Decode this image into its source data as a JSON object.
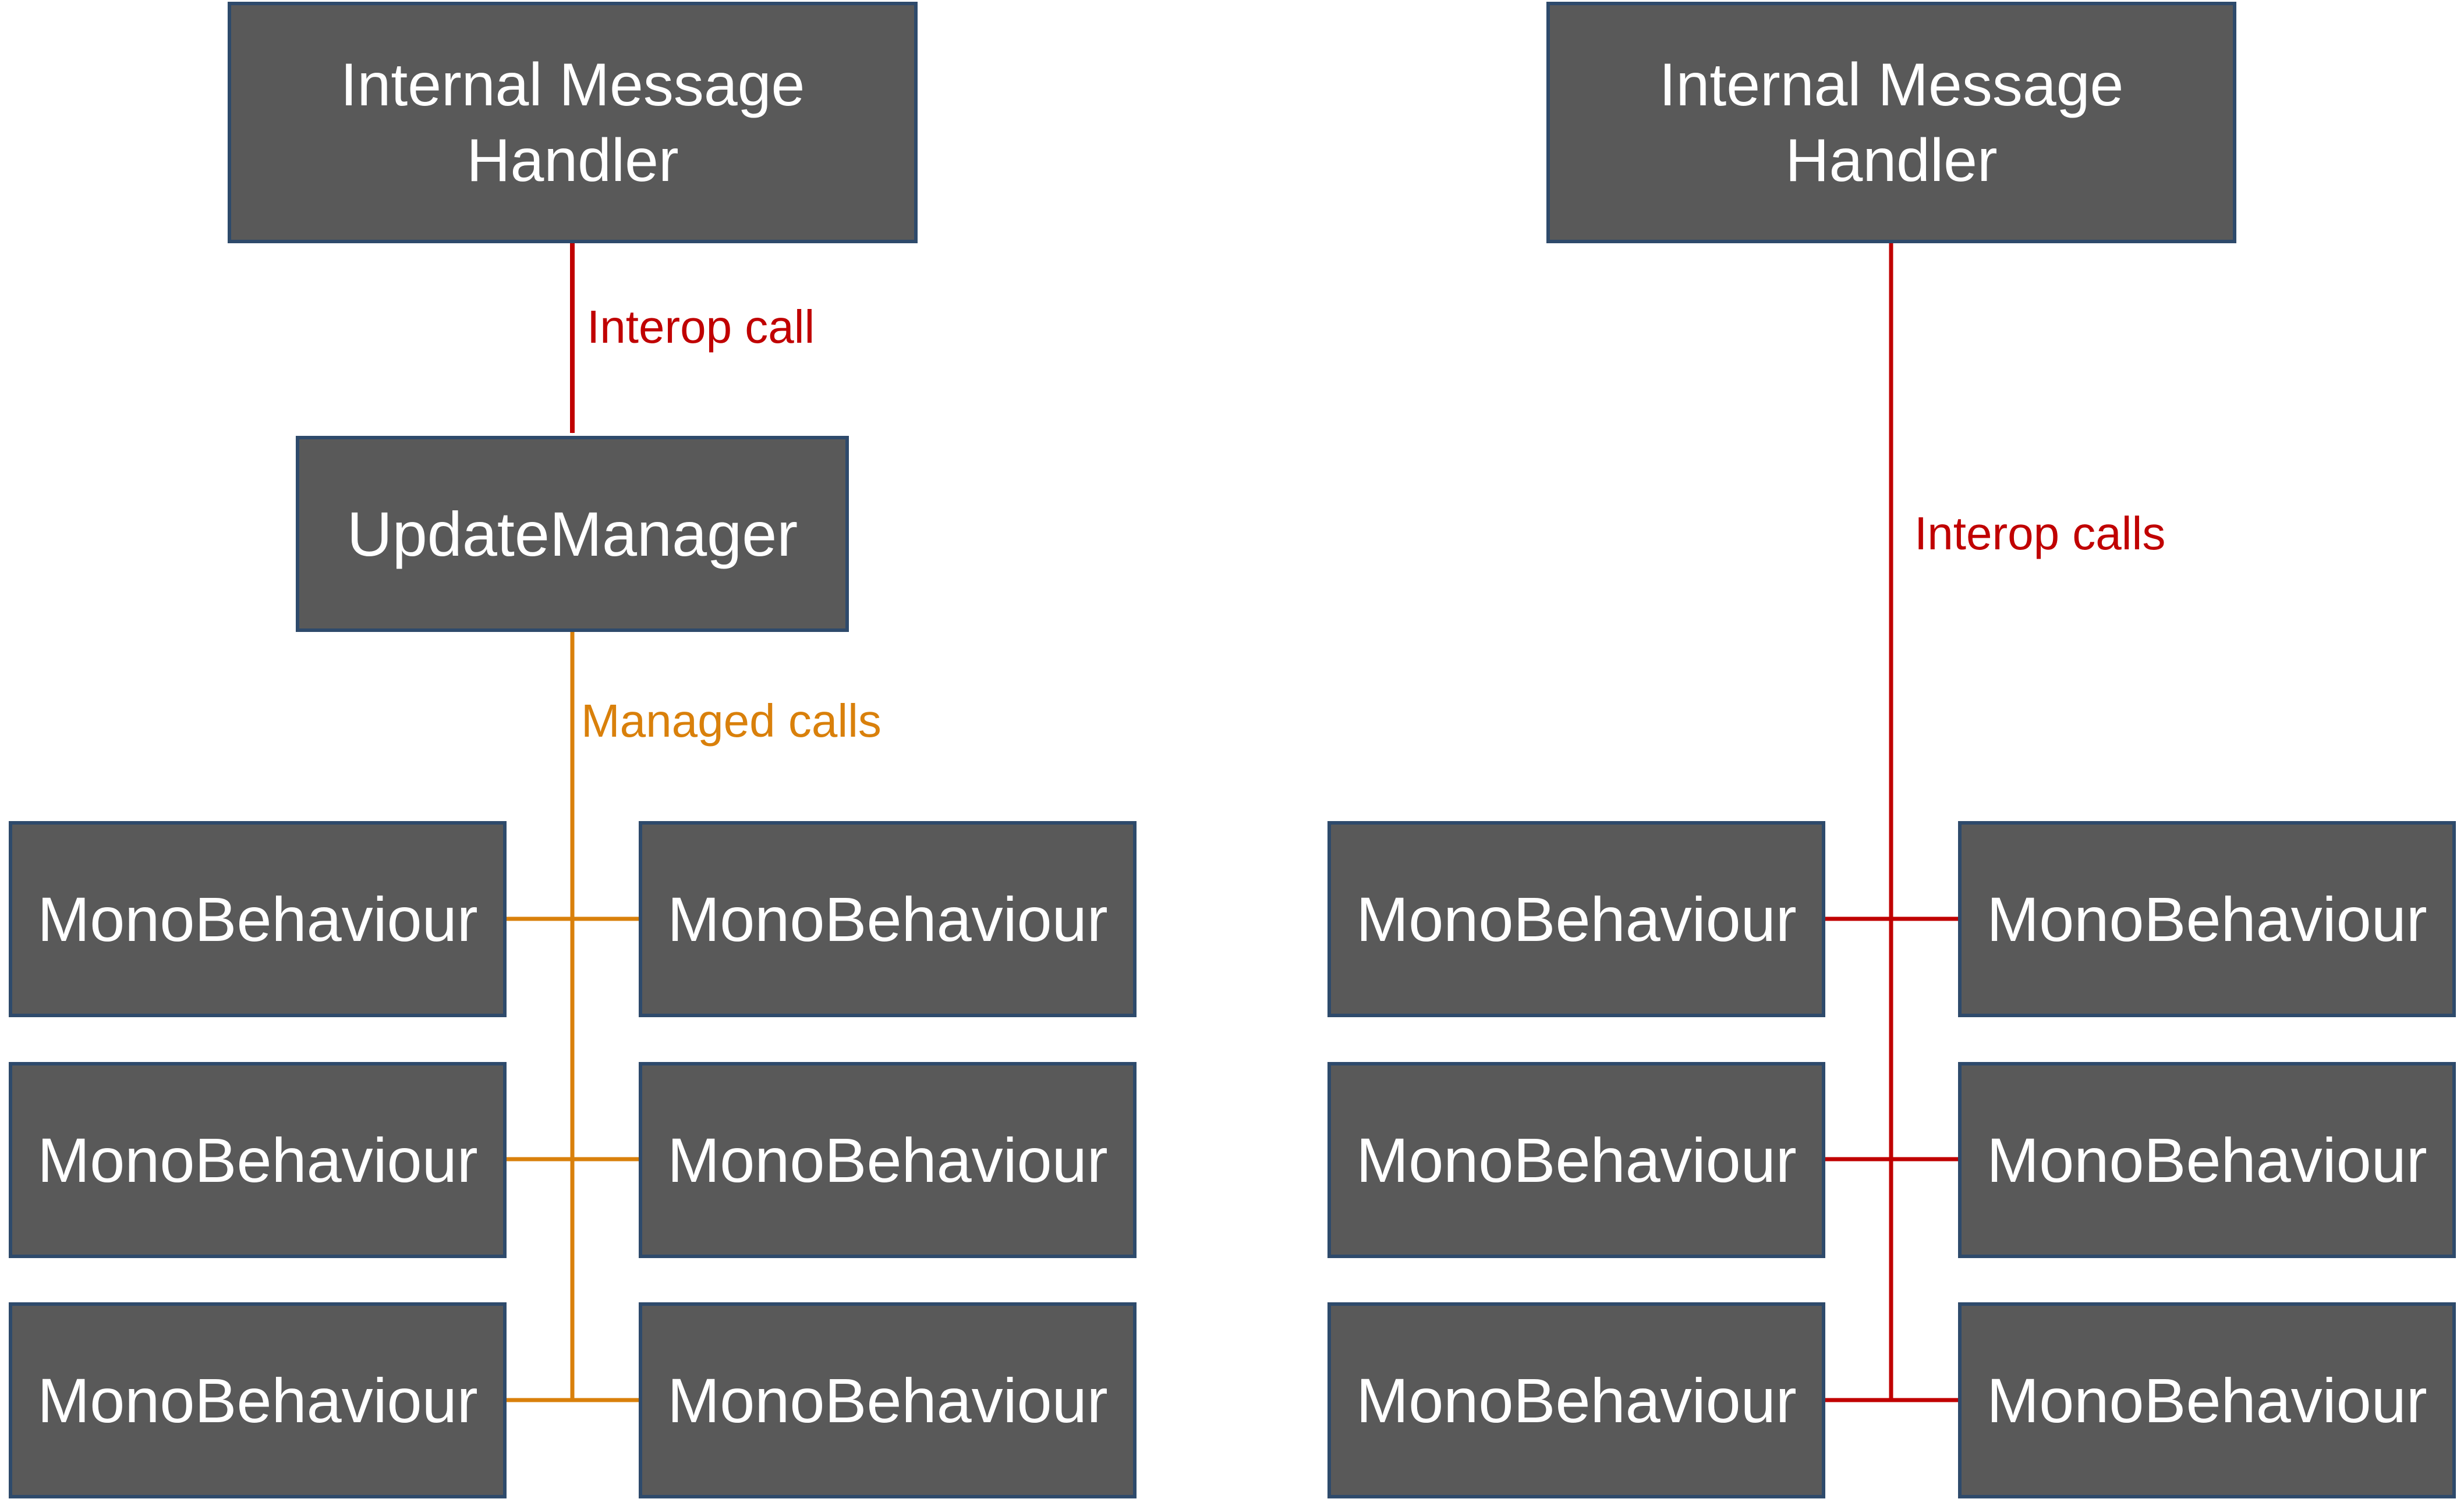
{
  "colors": {
    "box_fill": "#595959",
    "box_border": "#2e4a6b",
    "box_text": "#ffffff",
    "interop": "#c00000",
    "managed": "#d9800b"
  },
  "left": {
    "handler": "Internal Message Handler",
    "edge_label": "Interop call",
    "manager": "UpdateManager",
    "managed_label": "Managed calls",
    "behaviours": [
      "MonoBehaviour",
      "MonoBehaviour",
      "MonoBehaviour",
      "MonoBehaviour",
      "MonoBehaviour",
      "MonoBehaviour"
    ]
  },
  "right": {
    "handler": "Internal Message Handler",
    "edge_label": "Interop calls",
    "behaviours": [
      "MonoBehaviour",
      "MonoBehaviour",
      "MonoBehaviour",
      "MonoBehaviour",
      "MonoBehaviour",
      "MonoBehaviour"
    ]
  }
}
